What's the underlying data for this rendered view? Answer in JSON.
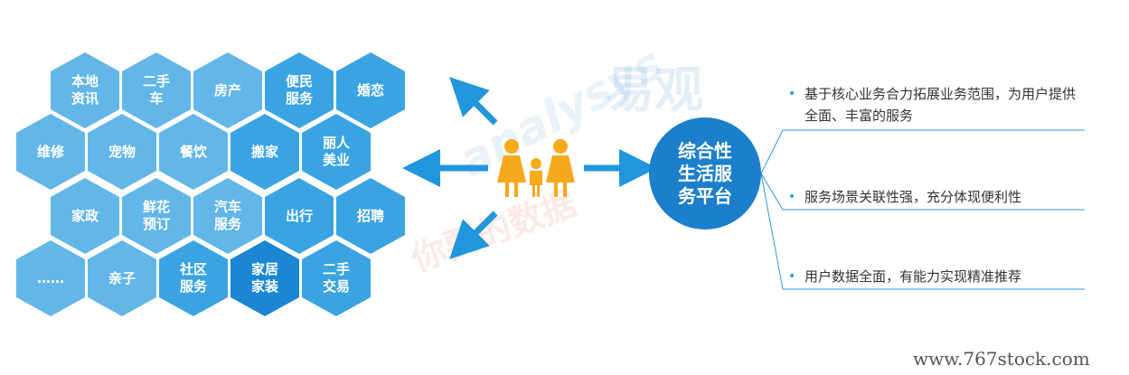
{
  "hexagons": [
    {
      "label": "本地\n资讯",
      "tone": "light"
    },
    {
      "label": "二手\n车",
      "tone": "light"
    },
    {
      "label": "房产",
      "tone": "light"
    },
    {
      "label": "便民\n服务",
      "tone": "mid"
    },
    {
      "label": "婚恋",
      "tone": "mid"
    },
    {
      "label": "维修",
      "tone": "light"
    },
    {
      "label": "宠物",
      "tone": "light"
    },
    {
      "label": "餐饮",
      "tone": "light"
    },
    {
      "label": "搬家",
      "tone": "mid"
    },
    {
      "label": "丽人\n美业",
      "tone": "mid"
    },
    {
      "label": "家政",
      "tone": "light"
    },
    {
      "label": "鲜花\n预订",
      "tone": "light"
    },
    {
      "label": "汽车\n服务",
      "tone": "light"
    },
    {
      "label": "出行",
      "tone": "mid"
    },
    {
      "label": "招聘",
      "tone": "mid"
    },
    {
      "label": "……",
      "tone": "light"
    },
    {
      "label": "亲子",
      "tone": "light"
    },
    {
      "label": "社区\n服务",
      "tone": "mid"
    },
    {
      "label": "家居\n家装",
      "tone": "dark"
    },
    {
      "label": "二手\n交易",
      "tone": "mid"
    }
  ],
  "center": {
    "label": "综合性\n生活服\n务平台"
  },
  "features": [
    "基于核心业务合力拓展业务范围，为用户提供全面、丰富的服务",
    "服务场景关联性强，充分体现便利性",
    "用户数据全面，有能力实现精准推荐"
  ],
  "watermark": {
    "en": "analysys",
    "cn": "易观",
    "cn2": "你要的数据",
    "site": "www.767stock.com"
  },
  "colors": {
    "hex_light": "#62b6e8",
    "hex_mid": "#3aa4e2",
    "hex_dark": "#1b86d2",
    "circle": "#1b7fcb",
    "arrow": "#2196dc",
    "people": "#f6a91b"
  }
}
